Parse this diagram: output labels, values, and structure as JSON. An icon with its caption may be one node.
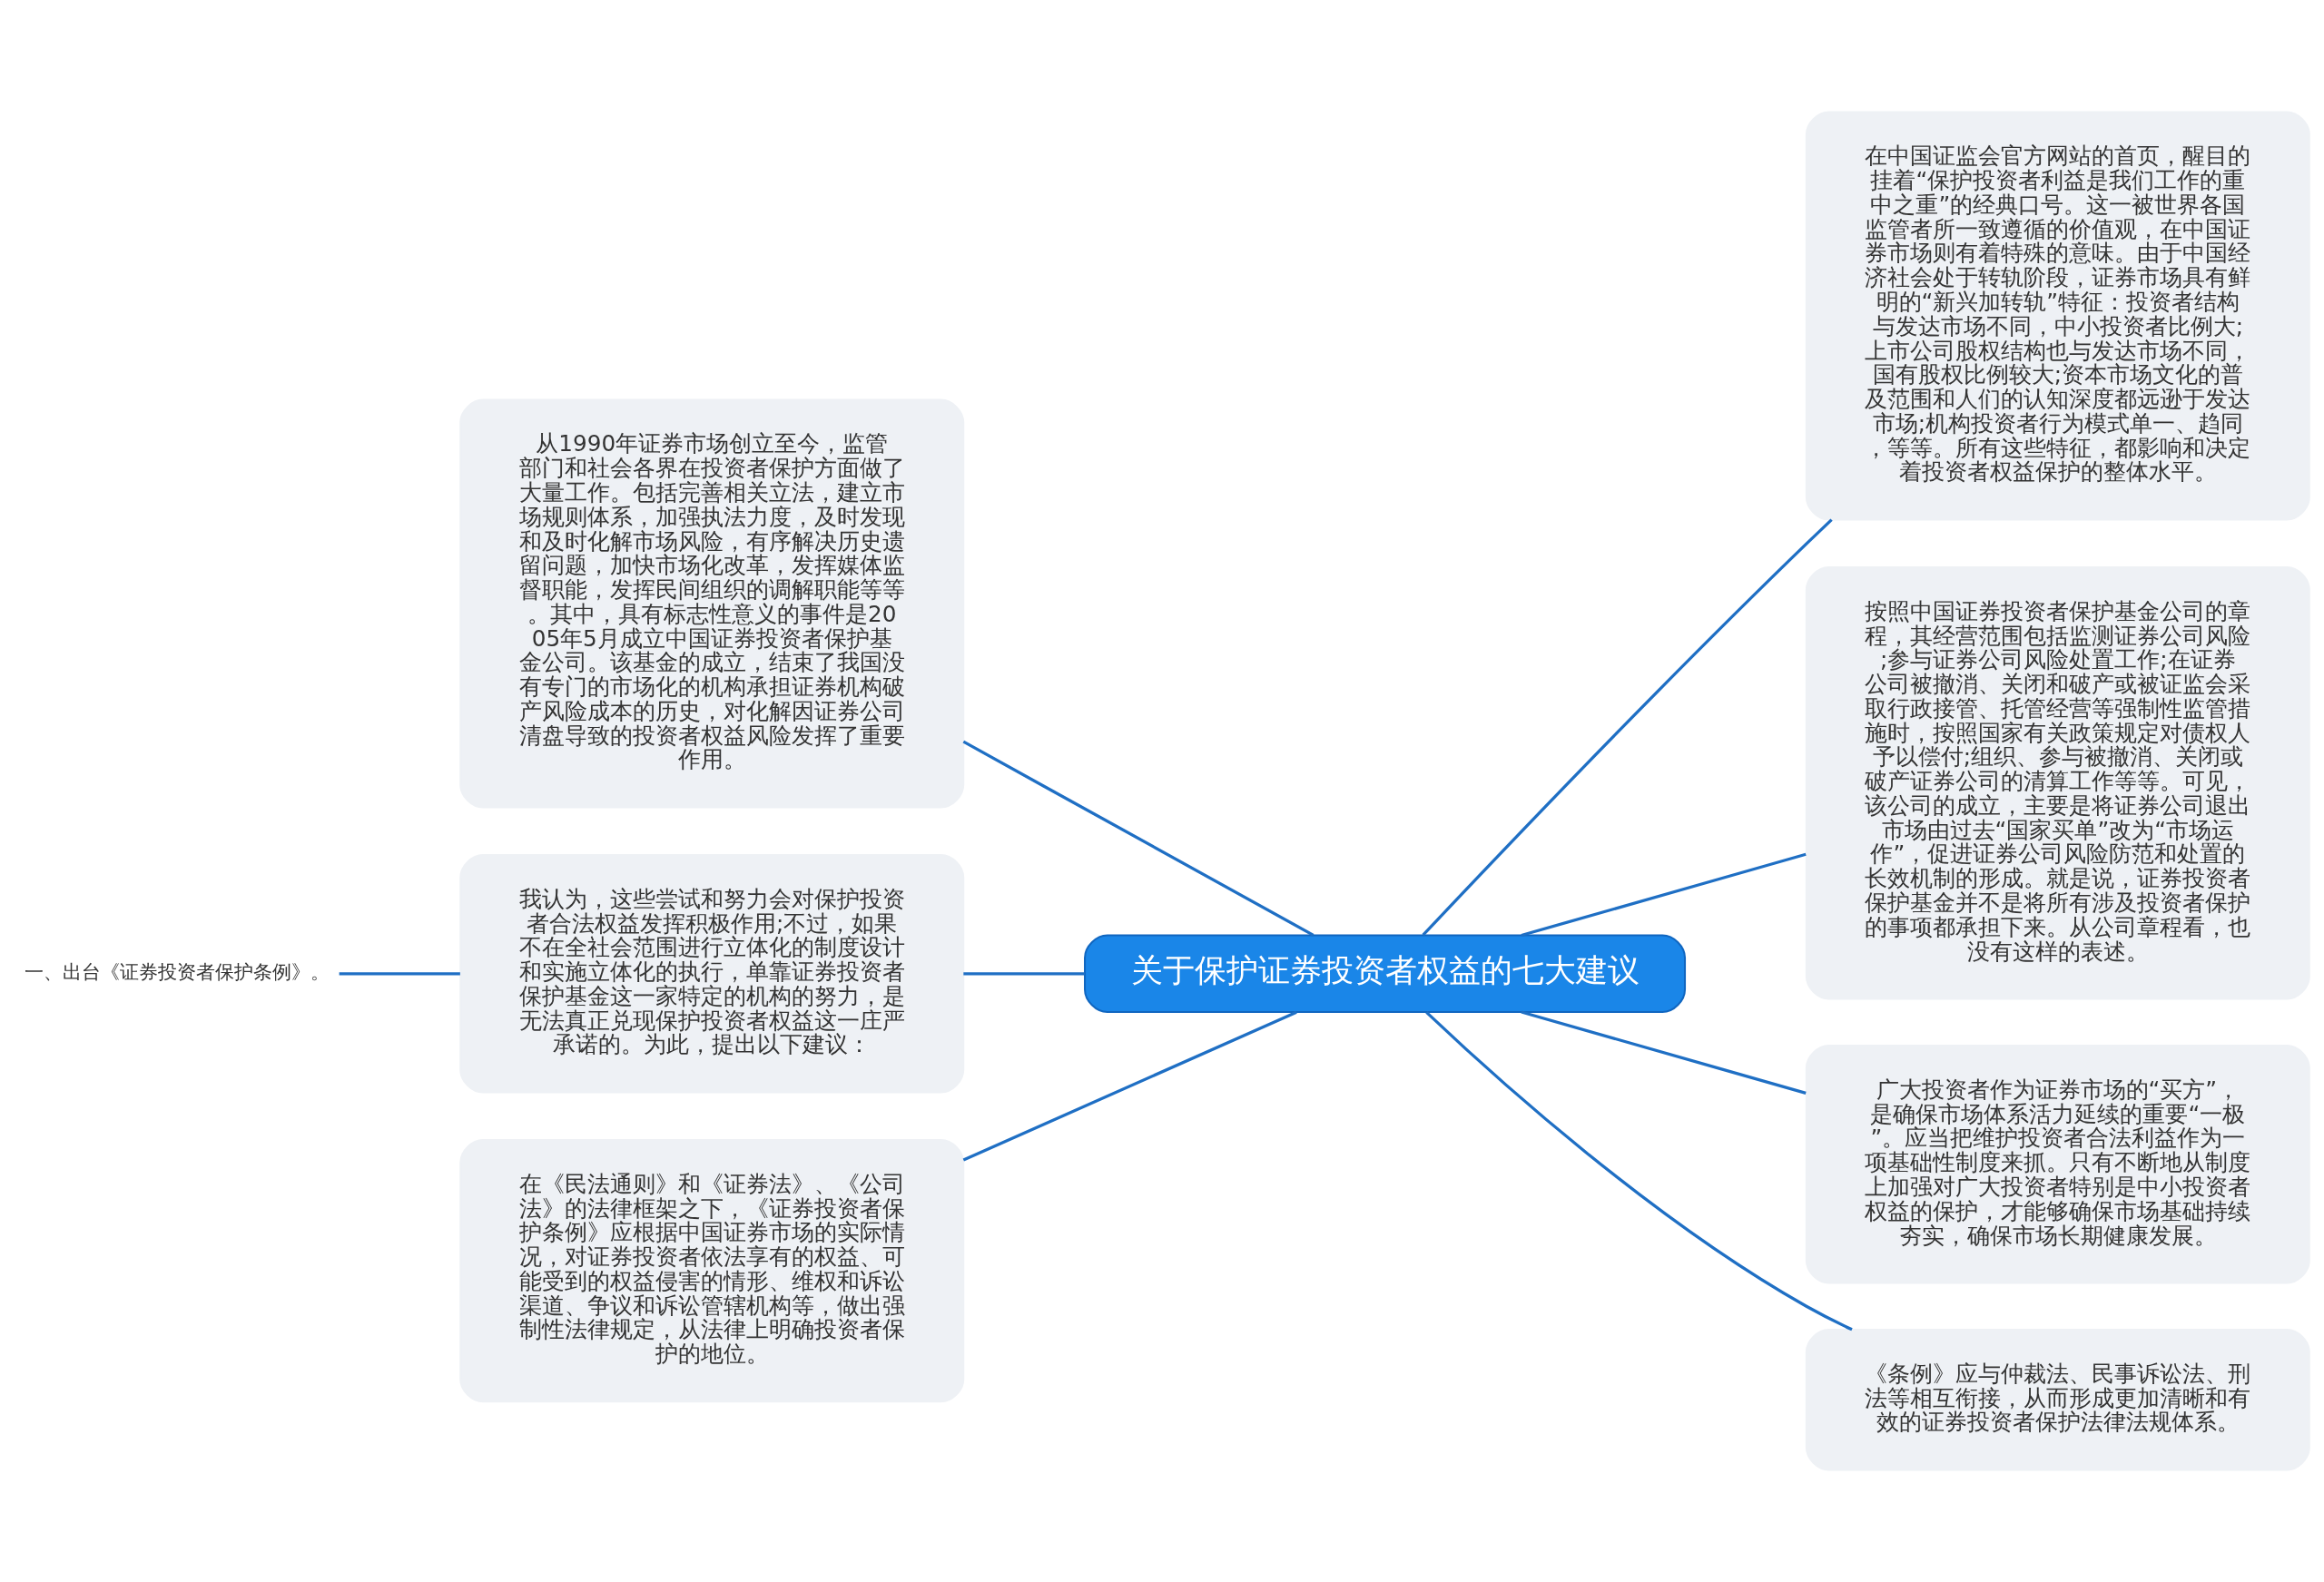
{
  "diagram": {
    "nodes": [
      {
        "text": [
          "关于保护证券投资者权益的七大建议"
        ]
      },
      {
        "text": [
          "从1990年证券市场创立至今，监管部门和社会各界在投资者保护方面做了大量工作。包括完善相关立法，建立市场规则体系，加强执法力度，及时发现和及时化解市场风险，有序解决历史遗留问题，加快市场化改革，发挥媒体监督职能，发挥民间组织的调解职能等等。其中，具有标志性意义的事件是2005年5月成立中国证券投资者保护基金公司。该基金的成立，结束了我国没有专门的市场化的机构承担证券机构破产风险成本的历史，对化解因证券公司清盘导致的投资者权益风险发挥了重要作用。"
        ]
      },
      {
        "text": [
          "我认为，这些尝试和努力会对保护投资者合法权益发挥积极作用;不过，如果不在全社会范围进行立体化的制度设计和实施立体化的执行，单靠证券投资者保护基金这一家特定的机构的努力，是无法真正兑现保护投资者权益这一庄严承诺的。为此，提出以下建议："
        ]
      },
      {
        "text": [
          "一、出台《证券投资者保护条例》。"
        ]
      },
      {
        "text": [
          "在《民法通则》和《证券法》、《公司法》的法律框架之下，《证券投资者保护条例》应根据中国证券市场的实际情况，对证券投资者依法享有的权益、可能受到的权益侵害的情形、维权和诉讼渠道、争议和诉讼管辖机构等，做出强制性法律规定，从法律上明确投资者保护的地位。"
        ]
      },
      {
        "text": [
          "在中国证监会官方网站的首页，醒目的挂着“保护投资者利益是我们工作的重中之重”的经典口号。这一被世界各国监管者所一致遵循的价值观，在中国证券市场则有着特殊的意味。由于中国经济社会处于转轨阶段，证券市场具有鲜明的“新兴加转轨”特征：投资者结构与发达市场不同，中小投资者比例大;上市公司股权结构也与发达市场不同，国有股权比例较大;资本市场文化的普及范围和人们的认知深度都远逊于发达市场;机构投资者行为模式单一、趋同，等等。所有这些特征，都影响和决定着投资者权益保护的整体水平。"
        ]
      },
      {
        "text": [
          "按照中国证券投资者保护基金公司的章程，其经营范围包括监测证券公司风险;参与证券公司风险处置工作;在证券公司被撤消、关闭和破产或被证监会采取行政接管、托管经营等强制性监管措施时，按照国家有关政策规定对债权人予以偿付;组织、参与被撤消、关闭或破产证券公司的清算工作等等。可见，该公司的成立，主要是将证券公司退出市场由过去“国家买单”改为“市场运作”，促进证券公司风险防范和处置的长效机制的形成。就是说，证券投资者保护基金并不是将所有涉及投资者保护的事项都承担下来。从公司章程看，也没有这样的表述。"
        ]
      },
      {
        "text": [
          "广大投资者作为证券市场的“买方”，是确保市场体系活力延续的重要“一极”。应当把维护投资者合法利益作为一项基础性制度来抓。只有不断地从制度上加强对广大投资者特别是中小投资者权益的保护，才能够确保市场基础持续夯实，确保市场长期健康发展。"
        ]
      },
      {
        "text": [
          "《条例》应与仲裁法、民事诉讼法、刑法等相互衔接，从而形成更加清晰和有效的证券投资者保护法律法规体系。"
        ]
      }
    ],
    "edges": [
      {
        "from": 0,
        "to": 1,
        "arrow": "none"
      },
      {
        "from": 0,
        "to": 2,
        "arrow": "none"
      },
      {
        "from": 2,
        "to": 3,
        "arrow": "none"
      },
      {
        "from": 0,
        "to": 4,
        "arrow": "none"
      },
      {
        "from": 0,
        "to": 5,
        "arrow": "none"
      },
      {
        "from": 0,
        "to": 6,
        "arrow": "none"
      },
      {
        "from": 0,
        "to": 7,
        "arrow": "none"
      },
      {
        "from": 0,
        "to": 8,
        "arrow": "none"
      }
    ]
  }
}
